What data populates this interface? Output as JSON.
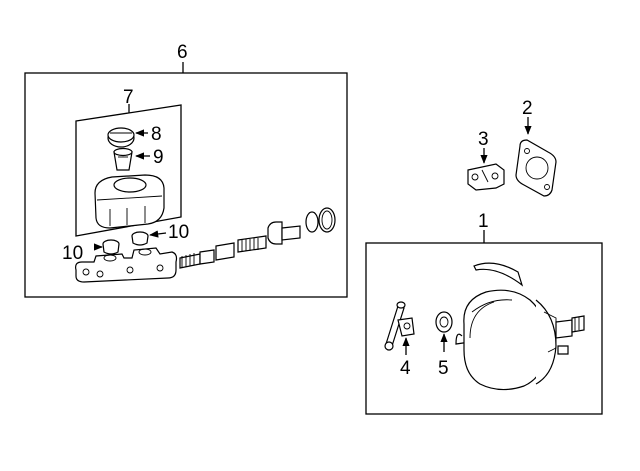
{
  "diagram": {
    "callouts": {
      "c1": "1",
      "c2": "2",
      "c3": "3",
      "c4": "4",
      "c5": "5",
      "c6": "6",
      "c7": "7",
      "c8": "8",
      "c9": "9",
      "c10a": "10",
      "c10b": "10"
    }
  }
}
